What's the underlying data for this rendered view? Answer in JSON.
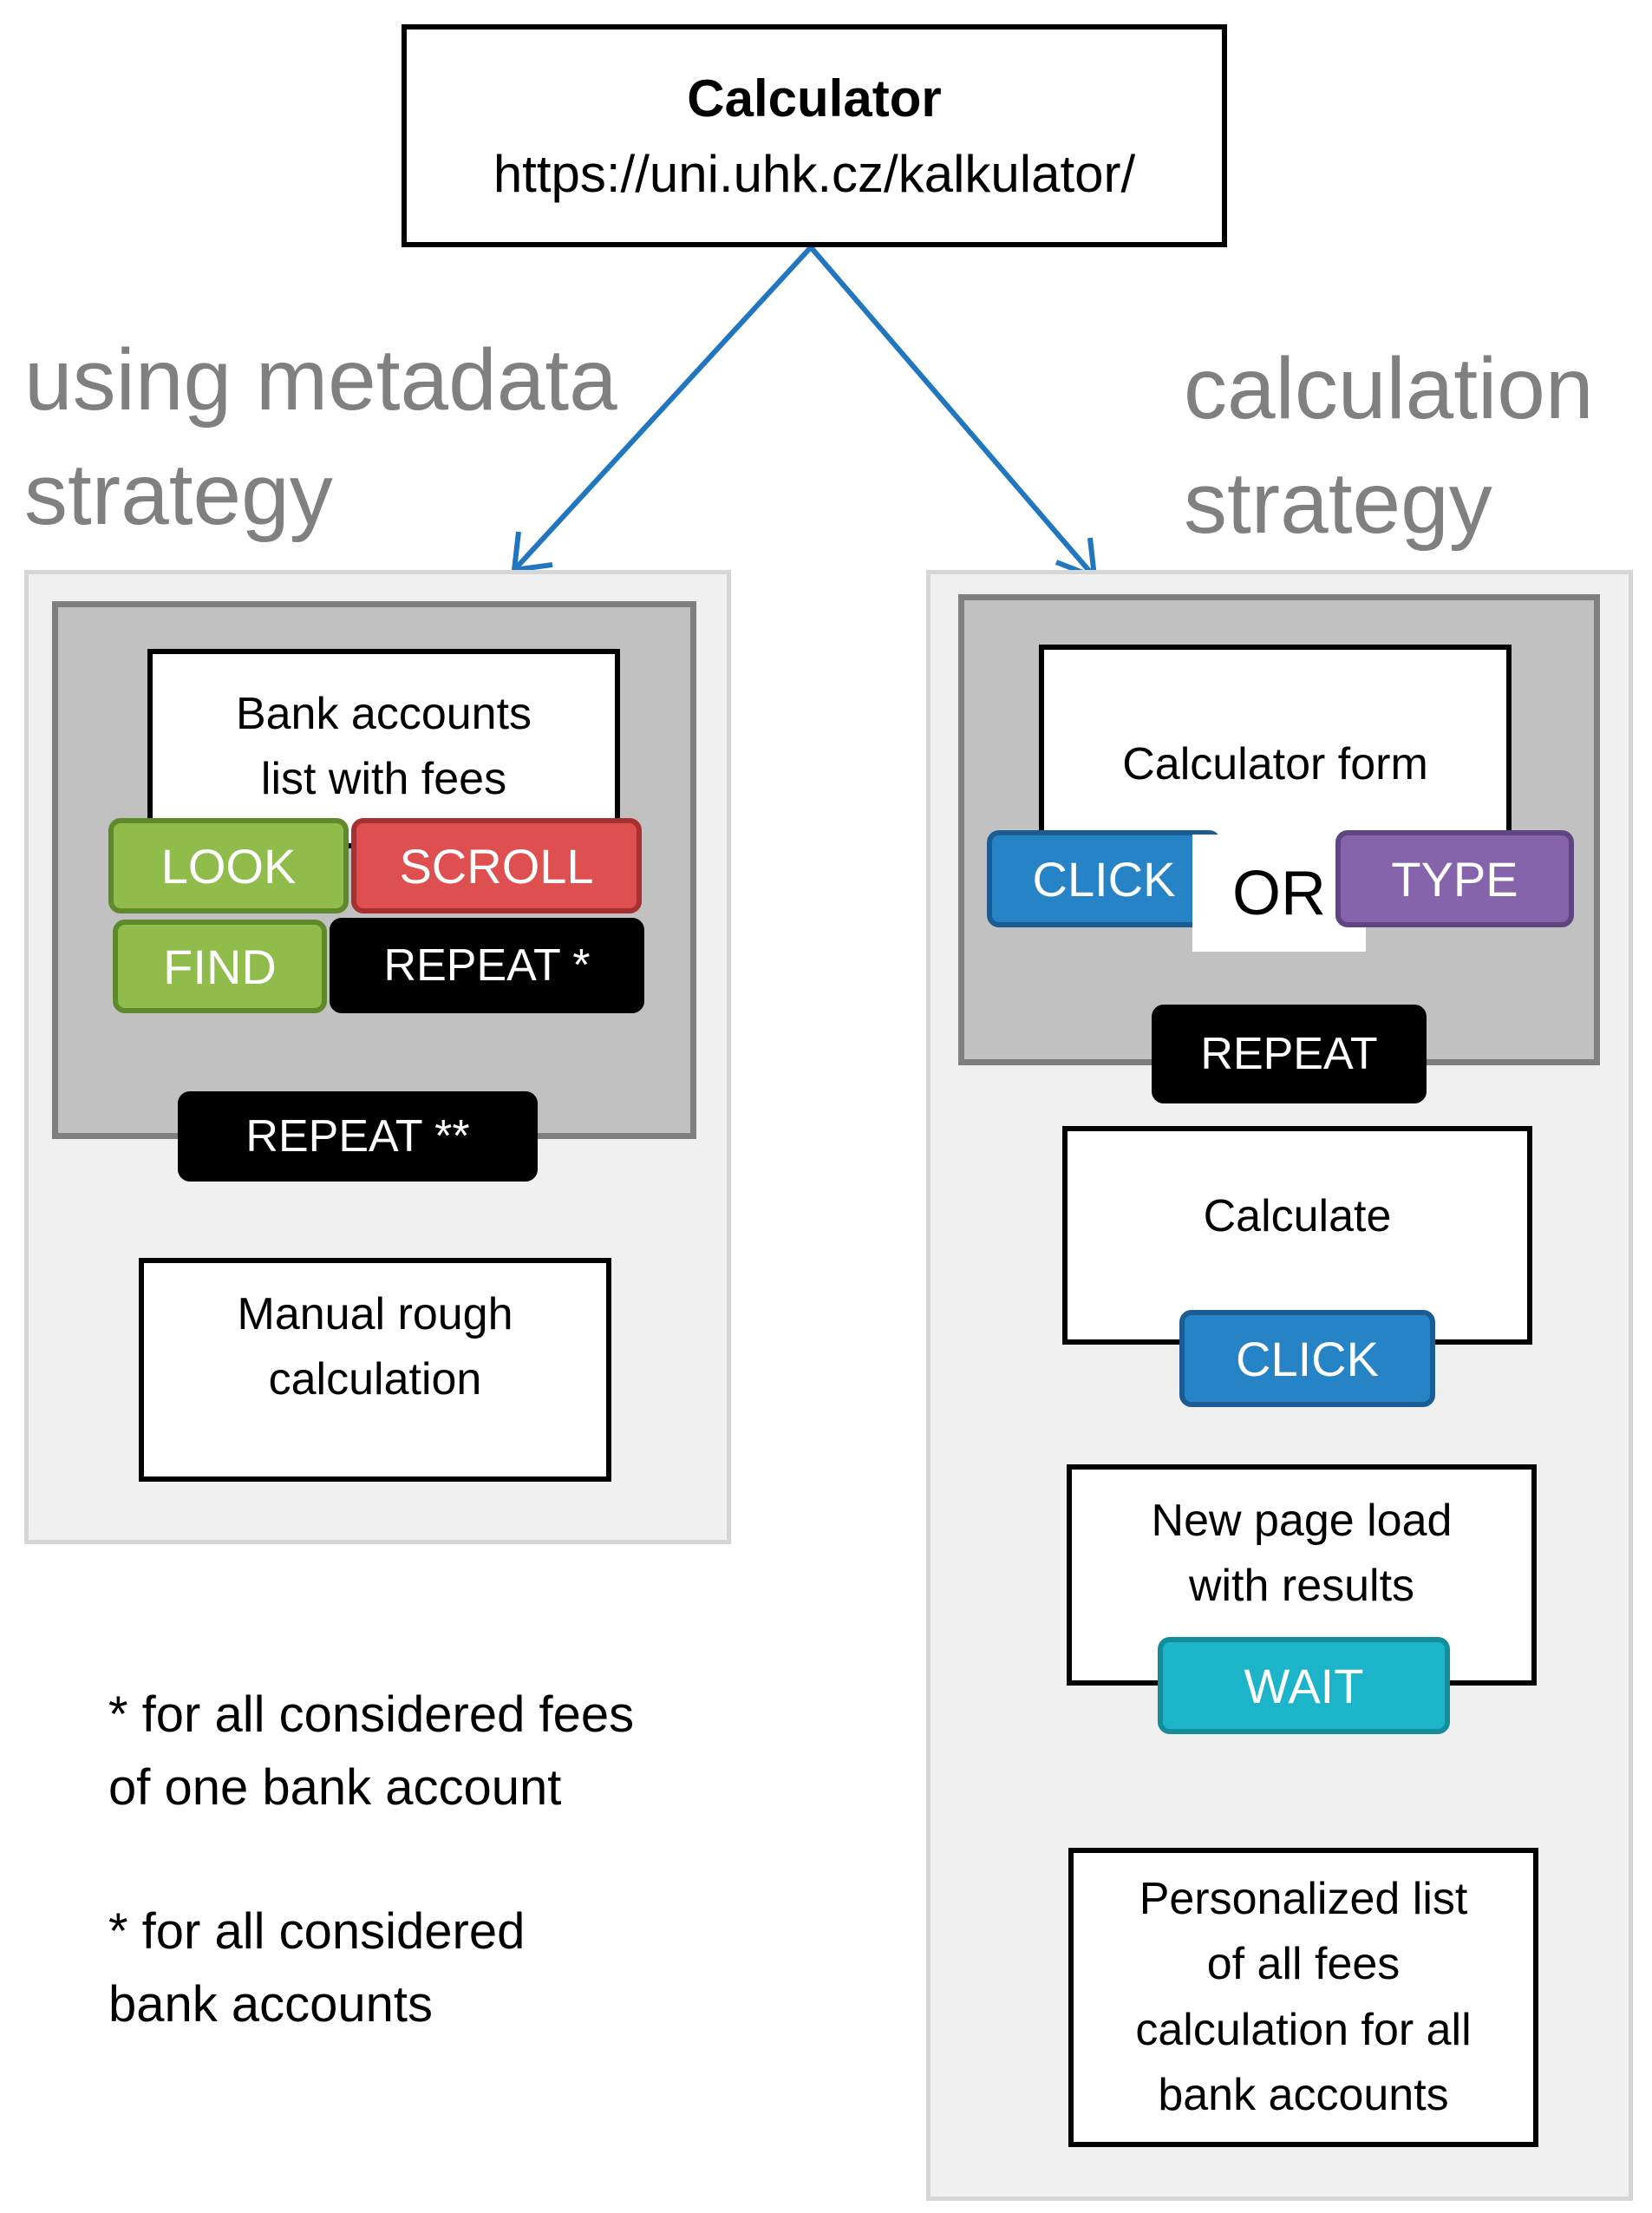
{
  "header": {
    "title": "Calculator",
    "url": "https://uni.uhk.cz/kalkulator/"
  },
  "left": {
    "strategy_line1": "using metadata",
    "strategy_line2": "strategy",
    "list_box_line1": "Bank accounts",
    "list_box_line2": "list with fees",
    "look": "LOOK",
    "scroll": "SCROLL",
    "find": "FIND",
    "repeat_star": "REPEAT *",
    "repeat_double_star": "REPEAT **",
    "manual_line1": "Manual rough",
    "manual_line2": "calculation"
  },
  "right": {
    "strategy_line1": "calculation",
    "strategy_line2": "strategy",
    "form_box": "Calculator form",
    "click_1": "CLICK",
    "or": "OR",
    "type": "TYPE",
    "repeat": "REPEAT",
    "calculate": "Calculate",
    "click_2": "CLICK",
    "newpage_line1": "New page load",
    "newpage_line2": "with results",
    "wait": "WAIT",
    "result_line1": "Personalized list",
    "result_line2": "of all fees",
    "result_line3": "calculation for all",
    "result_line4": "bank accounts"
  },
  "notes": {
    "note1_line1": "* for all considered fees",
    "note1_line2": "of one bank account",
    "note2_line1": "* for all considered",
    "note2_line2": "bank accounts"
  },
  "colors": {
    "arrow": "#2176c0",
    "green_tag": "#8fbc4a",
    "red_tag": "#de5050",
    "blue_tag": "#2583c6",
    "purple_tag": "#8664ac",
    "teal_tag": "#1cb4c8",
    "strategy_text": "#808080"
  }
}
